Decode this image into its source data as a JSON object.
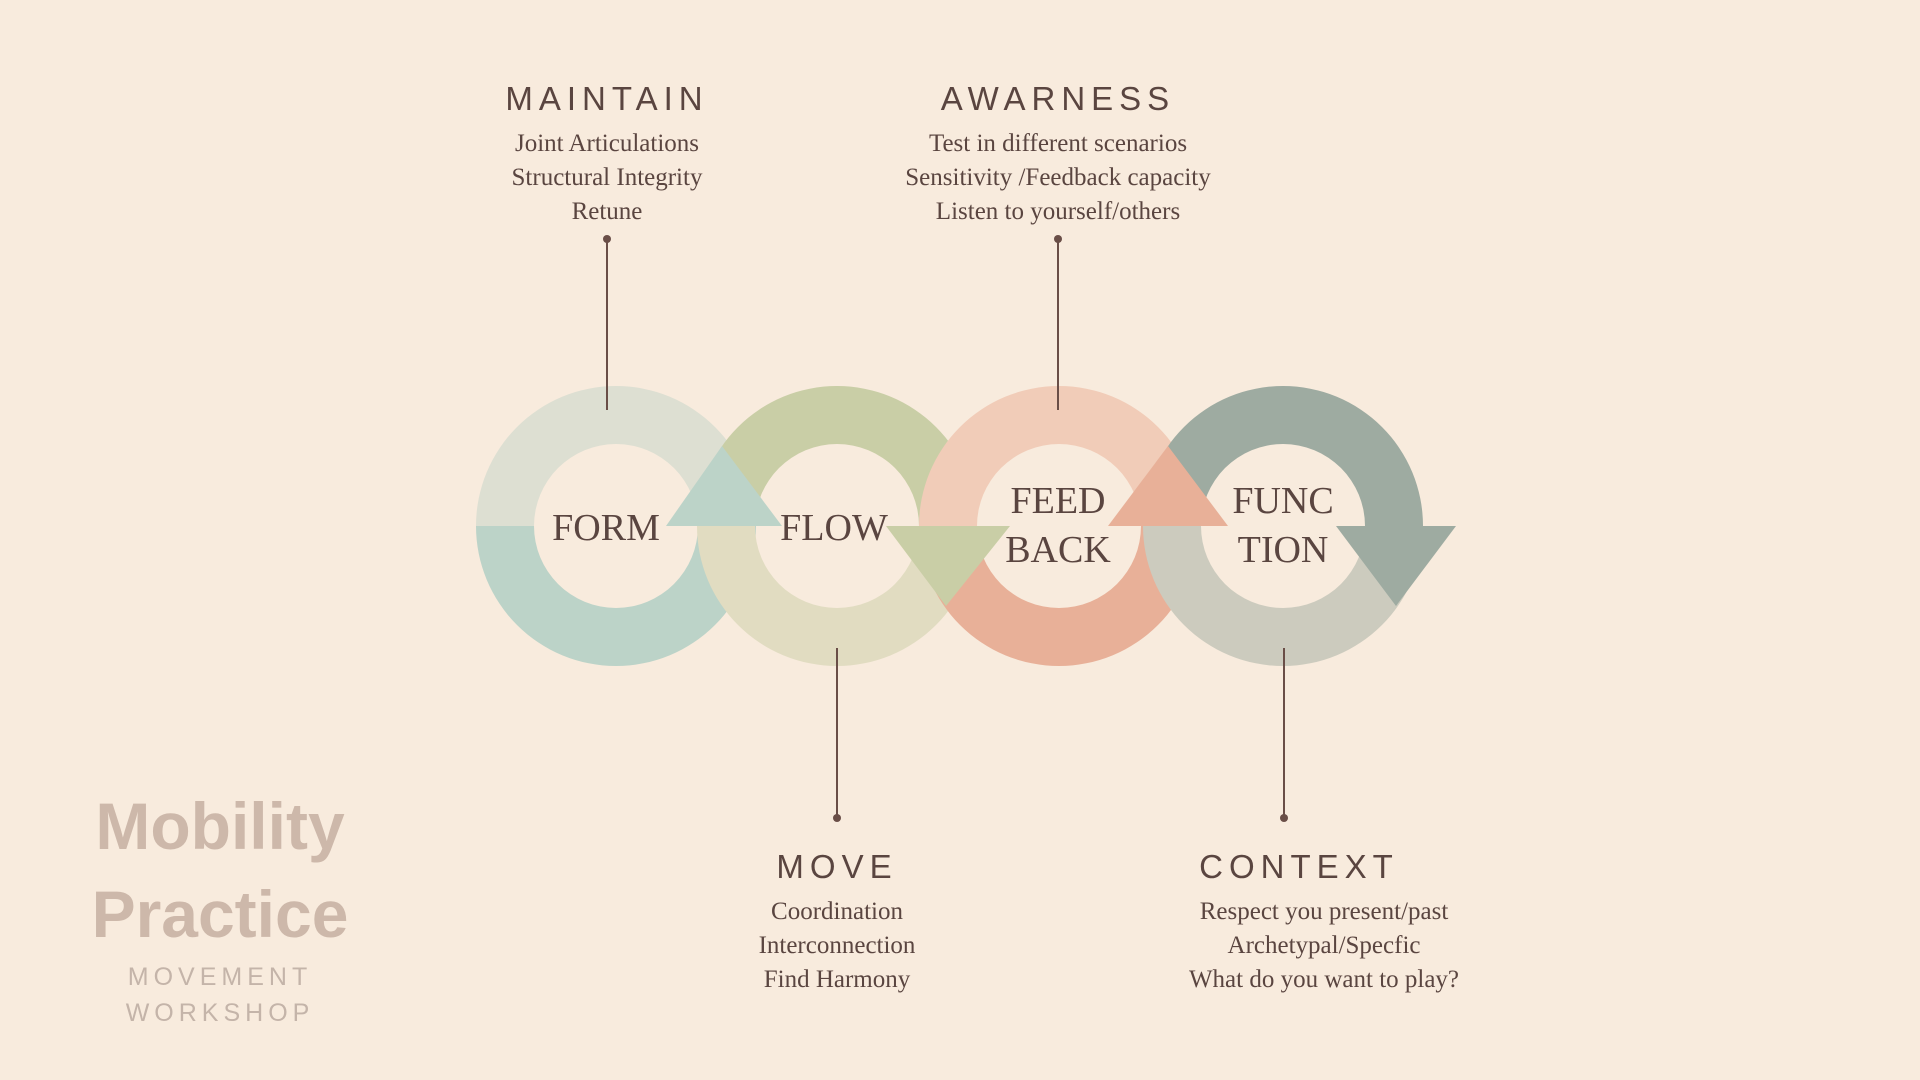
{
  "top_labels": [
    {
      "heading": "MAINTAIN",
      "lines": [
        "Joint Articulations",
        "Structural Integrity",
        "Retune"
      ]
    },
    {
      "heading": "AWARNESS",
      "lines": [
        "Test in different scenarios",
        "Sensitivity /Feedback capacity",
        "Listen to yourself/others"
      ]
    }
  ],
  "bottom_labels": [
    {
      "heading": "MOVE",
      "lines": [
        "Coordination",
        "Interconnection",
        "Find Harmony"
      ]
    },
    {
      "heading": "CONTEXT",
      "lines": [
        "Respect you present/past",
        "Archetypal/Specfic",
        "What do you want to play?"
      ]
    }
  ],
  "rings": [
    {
      "label_lines": [
        "FORM"
      ],
      "top_color": "#dddfd2",
      "bottom_color": "#bcd3c8"
    },
    {
      "label_lines": [
        "FLOW"
      ],
      "top_color": "#c9cea6",
      "bottom_color": "#e1dcc1"
    },
    {
      "label_lines": [
        "FEED",
        "BACK"
      ],
      "top_color": "#f1ccb8",
      "bottom_color": "#e8b098"
    },
    {
      "label_lines": [
        "FUNC",
        "TION"
      ],
      "top_color": "#9eaba1",
      "bottom_color": "#cccbbe"
    }
  ],
  "arrow_colors": [
    "#bcd3c8",
    "#c9cea6",
    "#e8b098",
    "#9eaba1"
  ],
  "connector_color": "#6a4e47",
  "brand": {
    "title_line1": "Mobility",
    "title_line2": "Practice",
    "subtitle_line1": "MOVEMENT",
    "subtitle_line2": "WORKSHOP"
  }
}
